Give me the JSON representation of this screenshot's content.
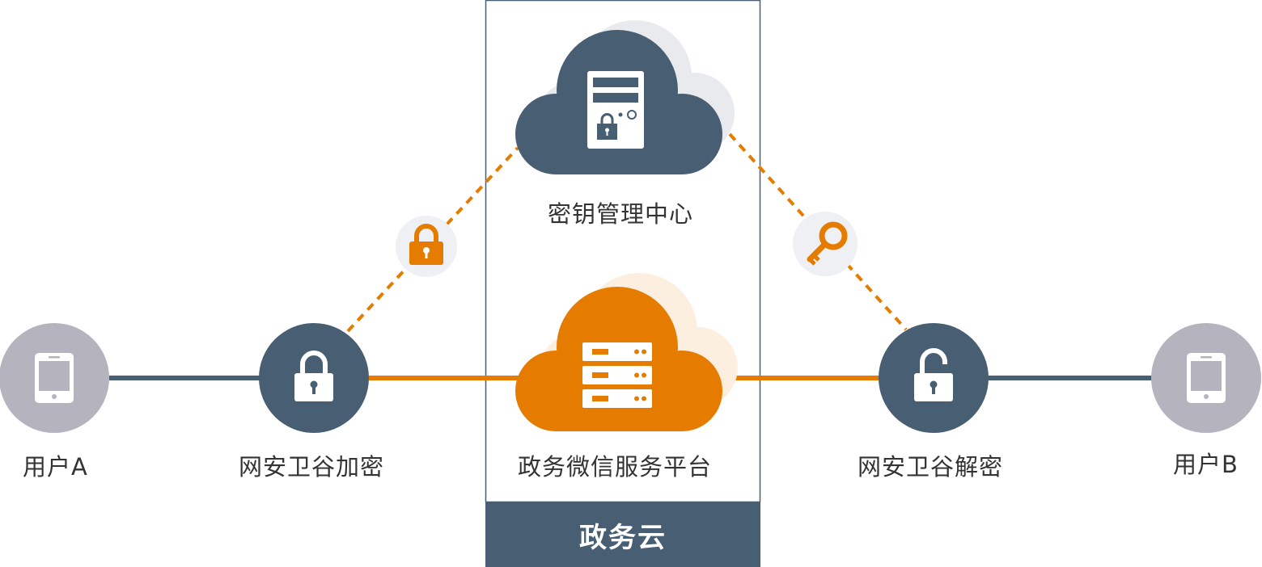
{
  "colors": {
    "navy": "#485e72",
    "orange": "#e57c00",
    "gray_circle": "#b5b3bd",
    "light_circle": "#eef0f3",
    "text": "#333333",
    "white": "#ffffff"
  },
  "nodes": {
    "user_a": {
      "label": "用户A",
      "icon": "phone-icon"
    },
    "encrypt": {
      "label": "网安卫谷加密",
      "icon": "lock-closed-icon"
    },
    "key_center": {
      "label": "密钥管理中心",
      "icon": "secure-server-icon"
    },
    "wechat_platform": {
      "label": "政务微信服务平台",
      "icon": "server-rack-icon"
    },
    "decrypt": {
      "label": "网安卫谷解密",
      "icon": "lock-open-icon"
    },
    "user_b": {
      "label": "用户B",
      "icon": "phone-icon"
    }
  },
  "connectors": {
    "lock_badge": {
      "icon": "padlock-icon"
    },
    "key_badge": {
      "icon": "key-icon"
    }
  },
  "zone": {
    "label": "政务云"
  }
}
